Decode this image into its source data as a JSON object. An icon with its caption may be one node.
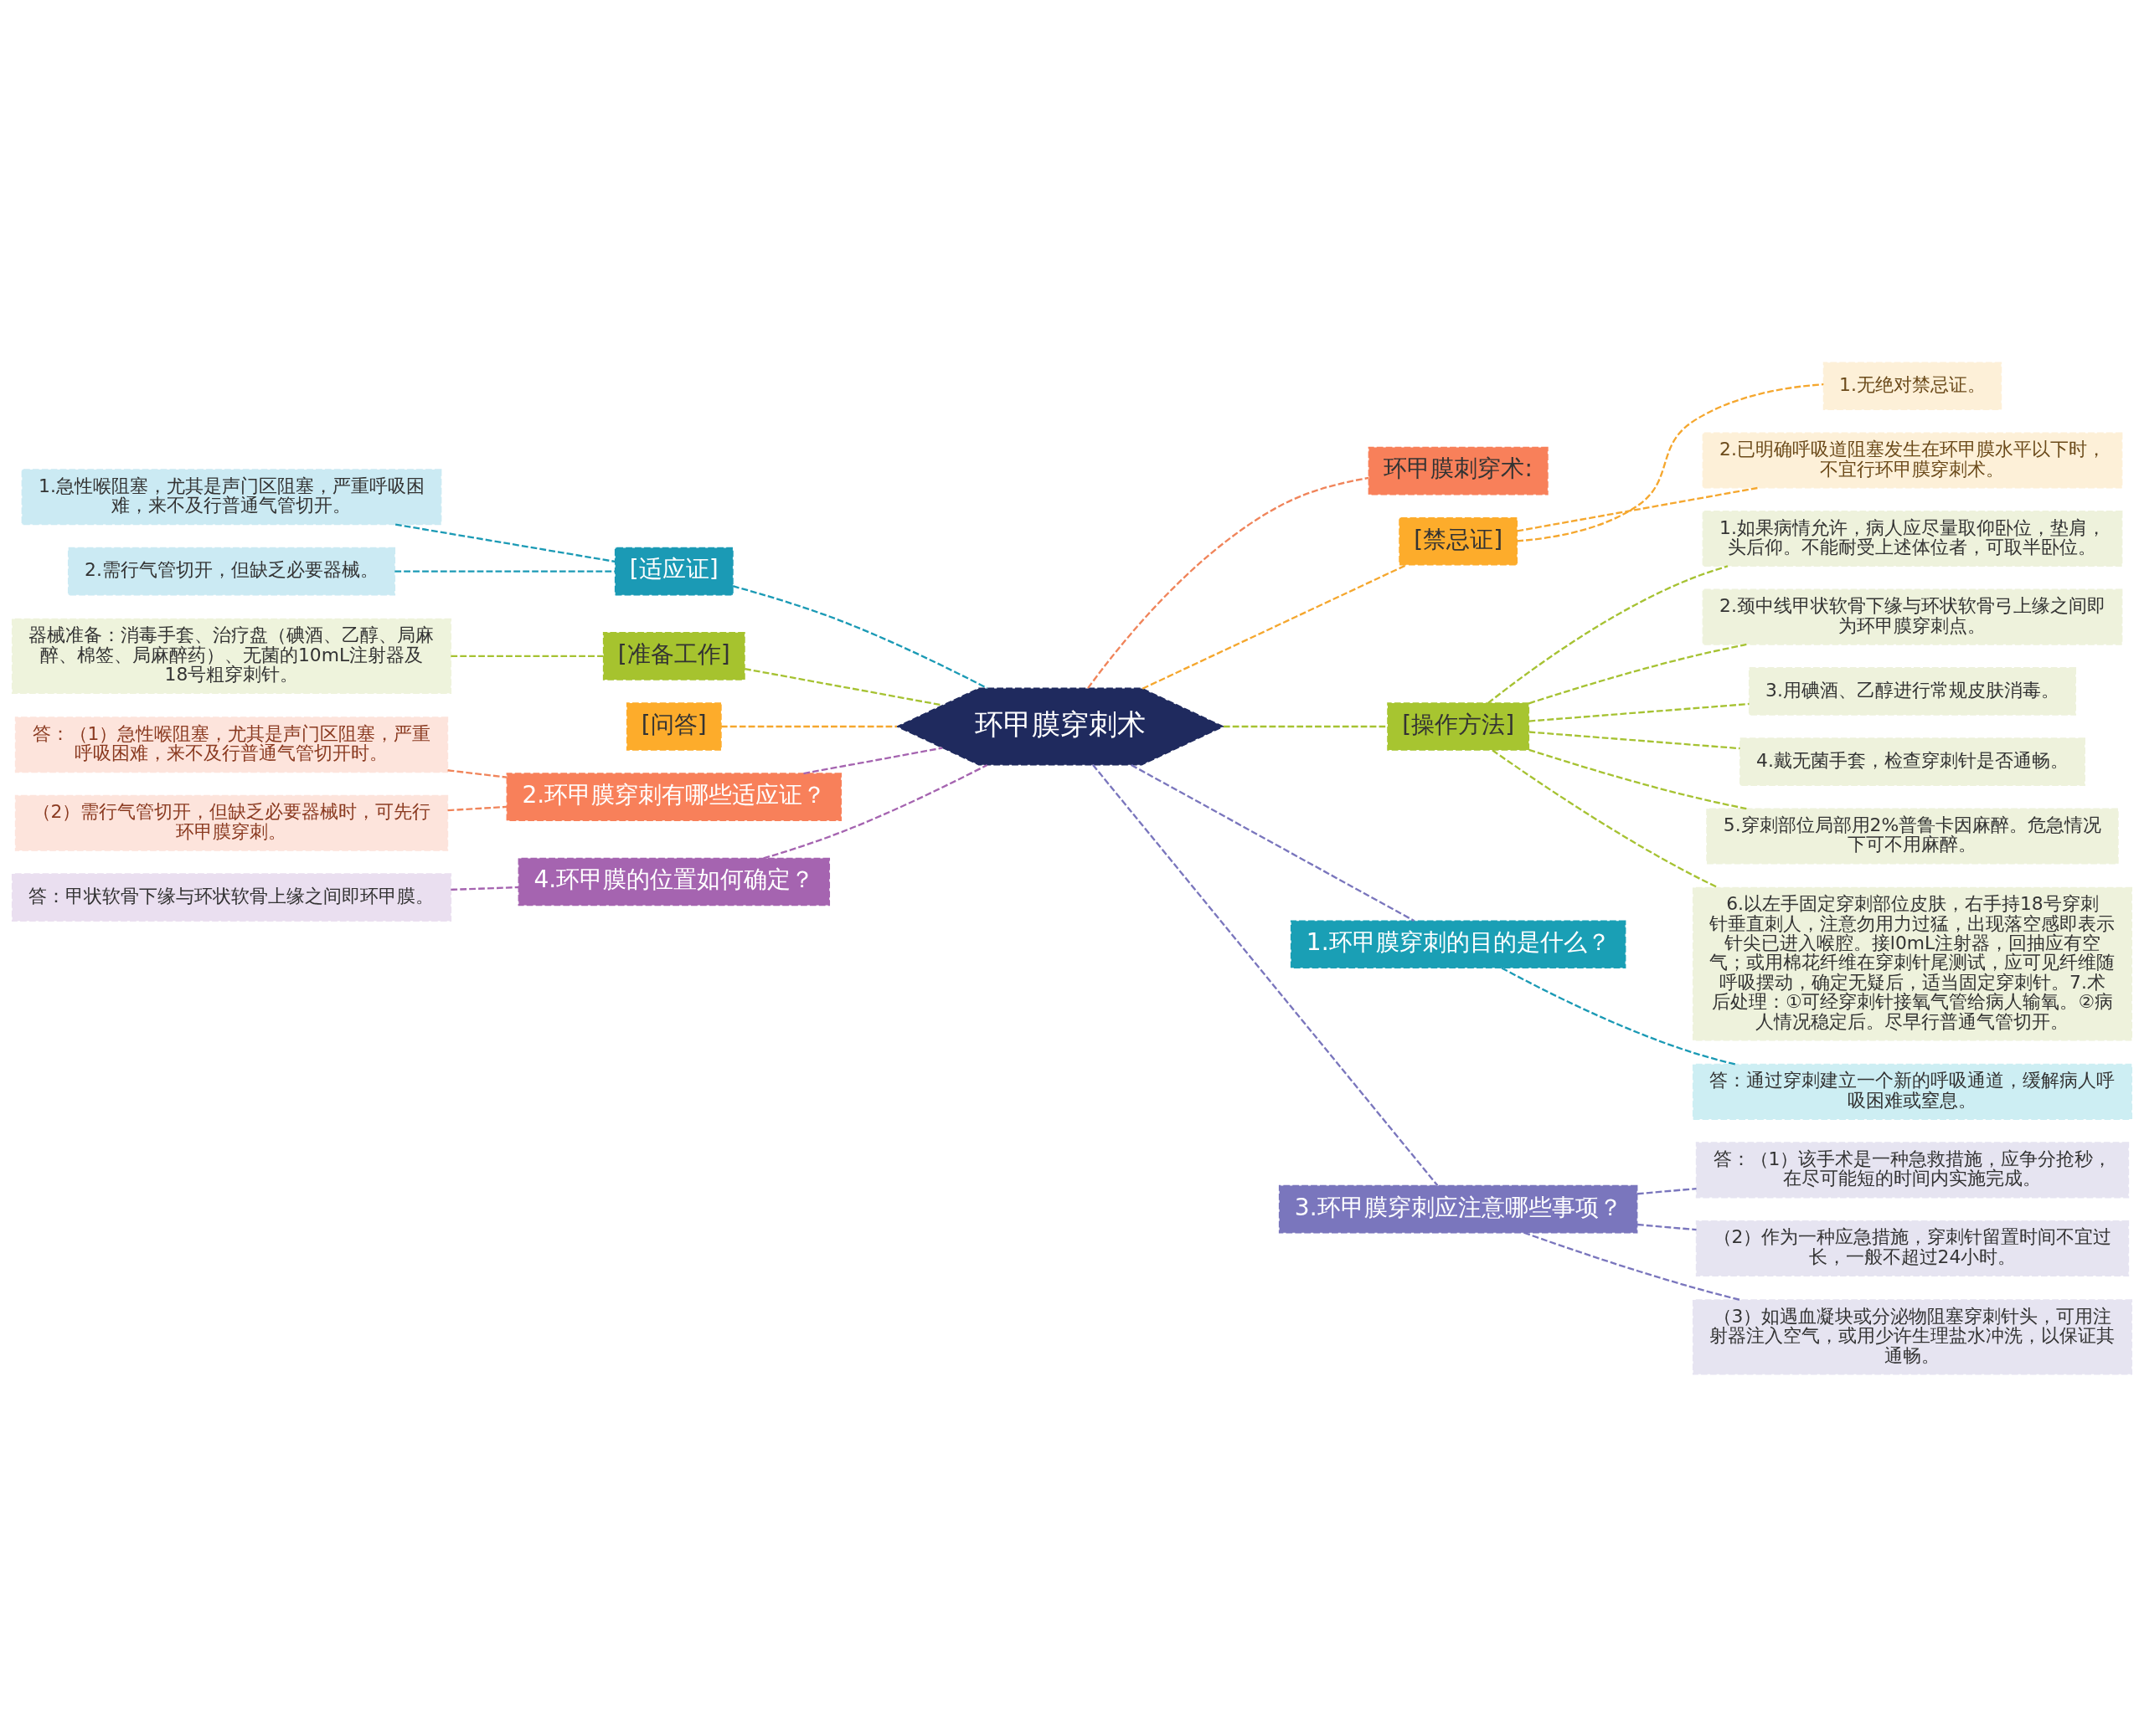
{
  "diagram": {
    "nodes": [
      {
        "text": [
          "环甲膜穿刺术"
        ]
      },
      {
        "text": [
          "环甲膜刺穿术:"
        ]
      },
      {
        "text": [
          "[禁忌证]"
        ]
      },
      {
        "text": [
          "1.无绝对禁忌证。"
        ]
      },
      {
        "text": [
          "2.已明确呼吸道阻塞发生在环甲膜水平以下时，不宜行环甲膜穿刺术。"
        ]
      },
      {
        "text": [
          "[操作方法]"
        ]
      },
      {
        "text": [
          "1.如果病情允许，病人应尽量取仰卧位，垫肩，头后仰。不能耐受上述体位者，可取半卧位。"
        ]
      },
      {
        "text": [
          "2.颈中线甲状软骨下缘与环状软骨弓上缘之间即为环甲膜穿刺点。"
        ]
      },
      {
        "text": [
          "3.用碘酒、乙醇进行常规皮肤消毒。"
        ]
      },
      {
        "text": [
          "4.戴无菌手套，检查穿刺针是否通畅。"
        ]
      },
      {
        "text": [
          "5.穿刺部位局部用2%普鲁卡因麻醉。危急情况下可不用麻醉。"
        ]
      },
      {
        "text": [
          "6.以左手固定穿刺部位皮肤，右手持18号穿刺针垂直刺人，注意勿用力过猛，出现落空感即表示针尖已进入喉腔。接l0mL注射器，回抽应有空气；或用棉花纤维在穿刺针尾测试，应可见纤维随呼吸摆动，确定无疑后，适当固定穿刺针。7.术后处理：①可经穿刺针接氧气管给病人输氧。②病人情况稳定后。尽早行普通气管切开。"
        ]
      },
      {
        "text": [
          "1.环甲膜穿刺的目的是什么？"
        ]
      },
      {
        "text": [
          "答：通过穿刺建立一个新的呼吸通道，缓解病人呼吸困难或窒息。"
        ]
      },
      {
        "text": [
          "3.环甲膜穿刺应注意哪些事项？"
        ]
      },
      {
        "text": [
          "答：（1）该手术是一种急救措施，应争分抢秒，在尽可能短的时间内实施完成。"
        ]
      },
      {
        "text": [
          "（2）作为一种应急措施，穿刺针留置时间不宜过长，一般不超过24小时。"
        ]
      },
      {
        "text": [
          "（3）如遇血凝块或分泌物阻塞穿刺针头，可用注射器注入空气，或用少许生理盐水冲洗，以保证其通畅。"
        ]
      },
      {
        "text": [
          "[适应证]"
        ]
      },
      {
        "text": [
          "1.急性喉阻塞，尤其是声门区阻塞，严重呼吸困难，来不及行普通气管切开。"
        ]
      },
      {
        "text": [
          "2.需行气管切开，但缺乏必要器械。"
        ]
      },
      {
        "text": [
          "[准备工作]"
        ]
      },
      {
        "text": [
          "器械准备：消毒手套、治疗盘（碘酒、乙醇、局麻醉、棉签、局麻醉药）、无菌的10mL注射器及18号粗穿刺针。"
        ]
      },
      {
        "text": [
          "[问答]"
        ]
      },
      {
        "text": [
          "2.环甲膜穿刺有哪些适应证？"
        ]
      },
      {
        "text": [
          "答：（1）急性喉阻塞，尤其是声门区阻塞，严重呼吸困难，来不及行普通气管切开时。"
        ]
      },
      {
        "text": [
          "（2）需行气管切开，但缺乏必要器械时，可先行环甲膜穿刺。"
        ]
      },
      {
        "text": [
          "4.环甲膜的位置如何确定？"
        ]
      },
      {
        "text": [
          "答：甲状软骨下缘与环状软骨上缘之间即环甲膜。"
        ]
      }
    ],
    "edges": [
      {
        "from": 0,
        "to": 1,
        "arrow": "none",
        "style": "dashed",
        "color": "#f0845a"
      },
      {
        "from": 0,
        "to": 2,
        "arrow": "none",
        "style": "dashed",
        "color": "#f5a72e"
      },
      {
        "from": 2,
        "to": 3,
        "arrow": "none",
        "style": "dashed",
        "color": "#f5a72e"
      },
      {
        "from": 2,
        "to": 4,
        "arrow": "none",
        "style": "dashed",
        "color": "#f5a72e"
      },
      {
        "from": 0,
        "to": 5,
        "arrow": "none",
        "style": "dashed",
        "color": "#a6c232"
      },
      {
        "from": 5,
        "to": 6,
        "arrow": "none",
        "style": "dashed",
        "color": "#a6c232"
      },
      {
        "from": 5,
        "to": 7,
        "arrow": "none",
        "style": "dashed",
        "color": "#a6c232"
      },
      {
        "from": 5,
        "to": 8,
        "arrow": "none",
        "style": "dashed",
        "color": "#a6c232"
      },
      {
        "from": 5,
        "to": 9,
        "arrow": "none",
        "style": "dashed",
        "color": "#a6c232"
      },
      {
        "from": 5,
        "to": 10,
        "arrow": "none",
        "style": "dashed",
        "color": "#a6c232"
      },
      {
        "from": 5,
        "to": 11,
        "arrow": "none",
        "style": "dashed",
        "color": "#a6c232"
      },
      {
        "from": 0,
        "to": 12,
        "arrow": "none",
        "style": "dashed",
        "color": "#7a76bd"
      },
      {
        "from": 12,
        "to": 13,
        "arrow": "none",
        "style": "dashed",
        "color": "#1b9ab5"
      },
      {
        "from": 0,
        "to": 14,
        "arrow": "none",
        "style": "dashed",
        "color": "#7a76bd"
      },
      {
        "from": 14,
        "to": 15,
        "arrow": "none",
        "style": "dashed",
        "color": "#7a76bd"
      },
      {
        "from": 14,
        "to": 16,
        "arrow": "none",
        "style": "dashed",
        "color": "#7a76bd"
      },
      {
        "from": 14,
        "to": 17,
        "arrow": "none",
        "style": "dashed",
        "color": "#7a76bd"
      },
      {
        "from": 0,
        "to": 18,
        "arrow": "none",
        "style": "dashed",
        "color": "#1b9ab5"
      },
      {
        "from": 18,
        "to": 19,
        "arrow": "none",
        "style": "dashed",
        "color": "#1b9ab5"
      },
      {
        "from": 18,
        "to": 20,
        "arrow": "none",
        "style": "dashed",
        "color": "#1b9ab5"
      },
      {
        "from": 0,
        "to": 21,
        "arrow": "none",
        "style": "dashed",
        "color": "#a6c232"
      },
      {
        "from": 21,
        "to": 22,
        "arrow": "none",
        "style": "dashed",
        "color": "#a6c232"
      },
      {
        "from": 0,
        "to": 23,
        "arrow": "none",
        "style": "dashed",
        "color": "#f5a72e"
      },
      {
        "from": 0,
        "to": 24,
        "arrow": "none",
        "style": "dashed",
        "color": "#a564b0"
      },
      {
        "from": 24,
        "to": 25,
        "arrow": "none",
        "style": "dashed",
        "color": "#f0845a"
      },
      {
        "from": 24,
        "to": 26,
        "arrow": "none",
        "style": "dashed",
        "color": "#f0845a"
      },
      {
        "from": 0,
        "to": 27,
        "arrow": "none",
        "style": "dashed",
        "color": "#a564b0"
      },
      {
        "from": 27,
        "to": 28,
        "arrow": "none",
        "style": "dashed",
        "color": "#a564b0"
      }
    ]
  }
}
